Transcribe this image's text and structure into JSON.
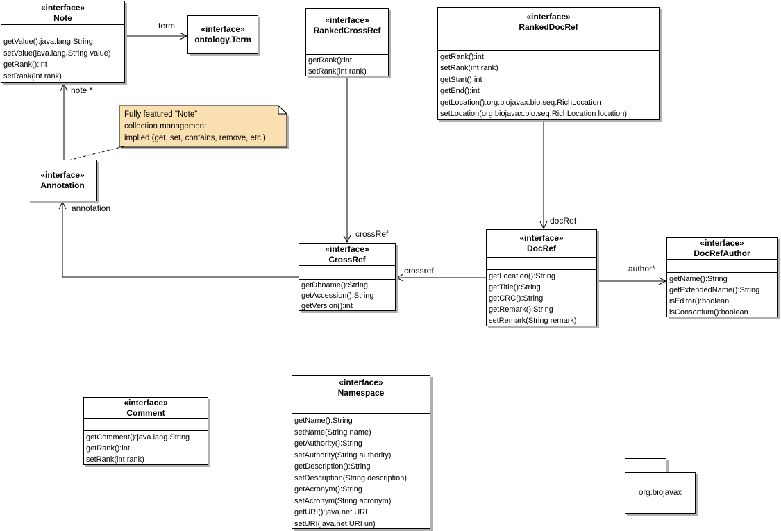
{
  "classes": {
    "note": {
      "stereotype": "«interface»",
      "name": "Note",
      "methods": [
        "getValue():java.lang.String",
        "setValue(java.lang.String value)",
        "getRank():int",
        "setRank(int rank)"
      ]
    },
    "term": {
      "stereotype": "«interface»",
      "name": "ontology.Term"
    },
    "rankedCrossRef": {
      "stereotype": "«interface»",
      "name": "RankedCrossRef",
      "methods": [
        "getRank():int",
        "setRank(int rank)"
      ]
    },
    "rankedDocRef": {
      "stereotype": "«interface»",
      "name": "RankedDocRef",
      "methods": [
        "getRank():int",
        "setRank(int rank)",
        "getStart():int",
        "getEnd():int",
        "getLocation():org.biojavax.bio.seq.RichLocation",
        "setLocation(org.biojavax.bio.seq.RichLocation location)"
      ]
    },
    "annotation": {
      "stereotype": "«interface»",
      "name": "Annotation"
    },
    "crossRef": {
      "stereotype": "«interface»",
      "name": "CrossRef",
      "methods": [
        "getDbname():String",
        "getAccession():String",
        "getVersion():int"
      ]
    },
    "docRef": {
      "stereotype": "«interface»",
      "name": "DocRef",
      "methods": [
        "getLocation():String",
        "getTitle():String",
        "getCRC():String",
        "getRemark():String",
        "setRemark(String remark)"
      ]
    },
    "docRefAuthor": {
      "stereotype": "«interface»",
      "name": "DocRefAuthor",
      "methods": [
        "getName():String",
        "getExtendedName():String",
        "isEditor():boolean",
        "isConsortium():boolean"
      ]
    },
    "comment": {
      "stereotype": "«interface»",
      "name": "Comment",
      "methods": [
        "getComment():java.lang.String",
        "getRank():int",
        "setRank(int rank)"
      ]
    },
    "namespace": {
      "stereotype": "«interface»",
      "name": "Namespace",
      "methods": [
        "getName():String",
        "setName(String name)",
        "getAuthority():String",
        "setAuthority(String authority)",
        "getDescription():String",
        "setDescription(String description)",
        "getAcronym():String",
        "setAcronym(String acronym)",
        "getURI():java.net.URI",
        "setURI(java.net.URI uri)"
      ]
    }
  },
  "note_annotation": {
    "lines": [
      "Fully featured \"Note\"",
      "collection management",
      "implied (get, set, contains, remove, etc.)"
    ]
  },
  "package": {
    "name": "org.biojavax"
  },
  "edge_labels": {
    "term": "term",
    "note": "note *",
    "annotation": "annotation",
    "cross_ref_upper": "crossRef",
    "crossref_side": "crossref",
    "doc_ref": "docRef",
    "author": "author*"
  },
  "colors": {
    "note_background": "#fae0b0",
    "box_background": "#ffffff",
    "border": "#000000",
    "shadow": "#b0b0b0",
    "text": "#000000"
  }
}
